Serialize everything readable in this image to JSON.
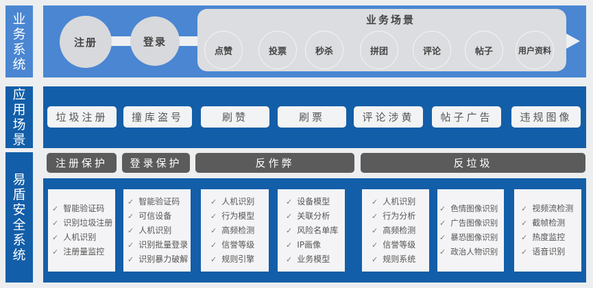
{
  "rows": {
    "business": {
      "label": "业务系统",
      "steps": [
        "注册",
        "登录"
      ],
      "scene_title": "业务场景",
      "scenes": [
        "点赞",
        "投票",
        "秒杀",
        "拼团",
        "评论",
        "帖子",
        "用户资料"
      ]
    },
    "application": {
      "label": "应用场景",
      "items": [
        "垃圾注册",
        "撞库盗号",
        "刷赞",
        "刷票",
        "评论涉黄",
        "帖子广告",
        "违规图像"
      ]
    },
    "security": {
      "label": "易盾安全系统",
      "categories": [
        "注册保护",
        "登录保护",
        "反作弊",
        "反垃圾"
      ],
      "boxes": [
        [
          "智能验证码",
          "识别垃圾注册",
          "人机识别",
          "注册量监控"
        ],
        [
          "智能验证码",
          "可信设备",
          "人机识别",
          "识别批量登录",
          "识别暴力破解"
        ],
        [
          "人机识别",
          "行为模型",
          "高频检测",
          "信誉等级",
          "规则引擎"
        ],
        [
          "设备模型",
          "关联分析",
          "风险名单库",
          "IP画像",
          "业务模型"
        ],
        [
          "人机识别",
          "行为分析",
          "高频检测",
          "信誉等级",
          "规则系统"
        ],
        [
          "色情图像识别",
          "广告图像识别",
          "暴恐图像识别",
          "政治人物识别"
        ],
        [
          "视频流检测",
          "截帧检测",
          "热度监控",
          "语音识别"
        ]
      ]
    }
  },
  "colors": {
    "light_blue": "#4a86d2",
    "dark_blue": "#135ea8",
    "dark_grey": "#5b5b5b"
  }
}
